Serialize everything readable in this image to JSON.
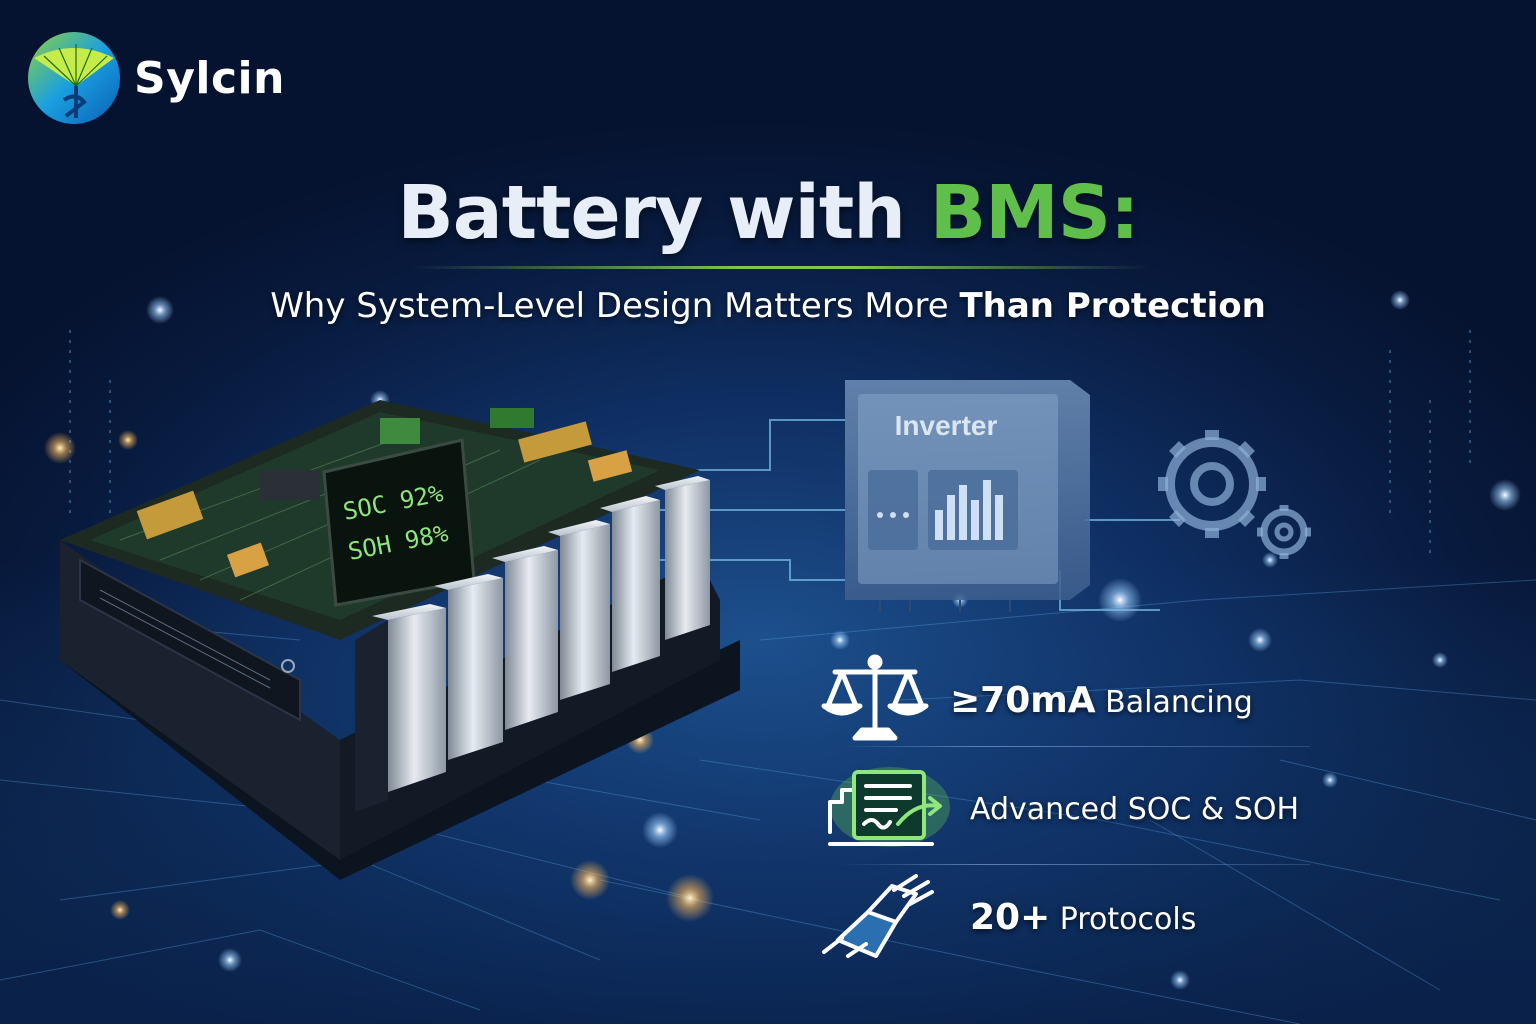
{
  "brand": {
    "name": "Sylcin",
    "logo_icon": "sylcin-logo-icon"
  },
  "headline": {
    "title_white": "Battery with ",
    "title_green": "BMS:",
    "accent_color": "#5fbf4a"
  },
  "subheadline": {
    "regular": "Why System-Level Design Matters More ",
    "bold": "Than Protection"
  },
  "battery_display": {
    "line1": "SOC 92%",
    "line2": "SOH 98%"
  },
  "inverter": {
    "label": "Inverter"
  },
  "features": [
    {
      "icon": "balance-scale-icon",
      "value": "≥70mA",
      "label": " Balancing"
    },
    {
      "icon": "monitoring-document-icon",
      "value": "",
      "label": "Advanced SOC & SOH"
    },
    {
      "icon": "connector-plug-icon",
      "value": "20+",
      "label": " Protocols"
    }
  ]
}
